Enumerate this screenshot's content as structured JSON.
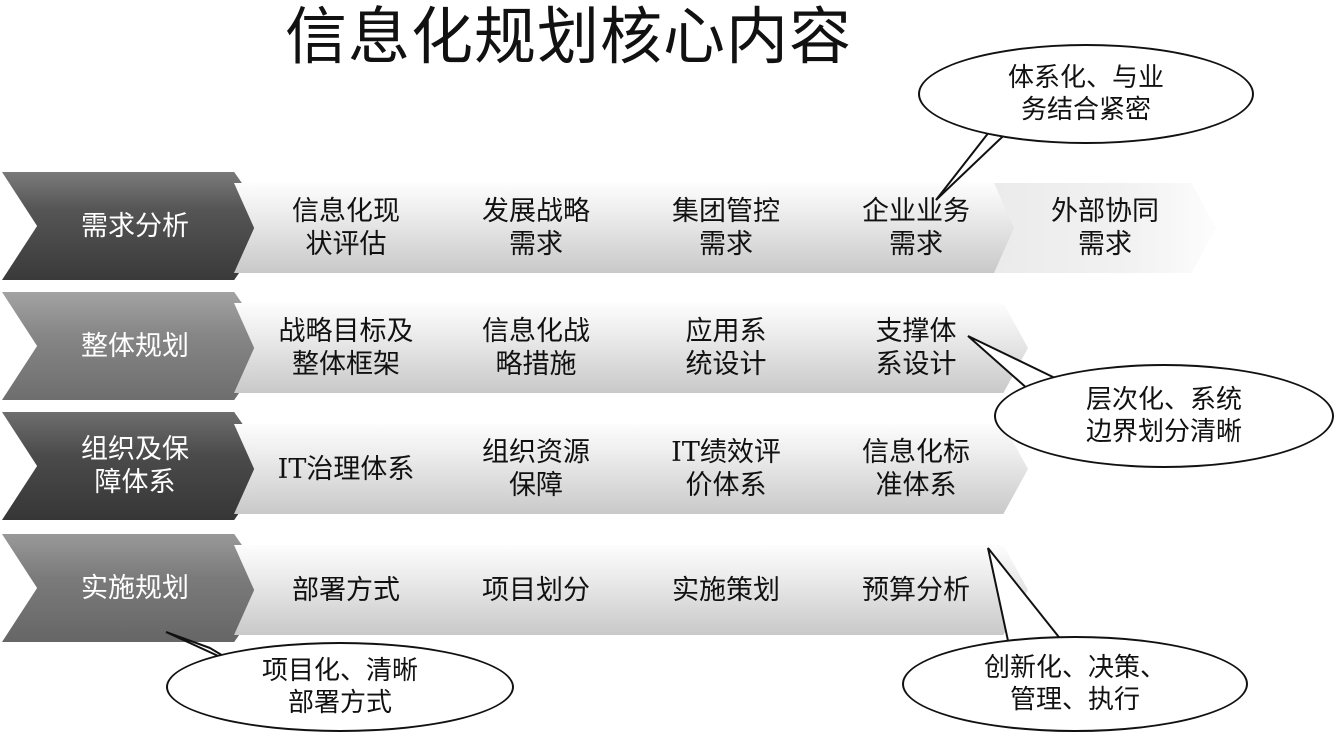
{
  "title": "信息化规划核心内容",
  "rows": [
    {
      "head": "需求分析",
      "items": [
        "信息化现\n状评估",
        "发展战略\n需求",
        "集团管控\n需求",
        "企业业务\n需求",
        "外部协同\n需求"
      ]
    },
    {
      "head": "整体规划",
      "items": [
        "战略目标及\n整体框架",
        "信息化战\n略措施",
        "应用系\n统设计",
        "支撑体\n系设计"
      ]
    },
    {
      "head": "组织及保\n障体系",
      "items": [
        "IT治理体系",
        "组织资源\n保障",
        "IT绩效评\n价体系",
        "信息化标\n准体系"
      ]
    },
    {
      "head": "实施规划",
      "items": [
        "部署方式",
        "项目划分",
        "实施策划",
        "预算分析"
      ]
    }
  ],
  "callouts": {
    "top_right": "体系化、与业\n务结合紧密",
    "middle_right": "层次化、系统\n边界划分清晰",
    "bottom_left": "项目化、清晰\n部署方式",
    "bottom_right": "创新化、决策、\n管理、执行"
  }
}
